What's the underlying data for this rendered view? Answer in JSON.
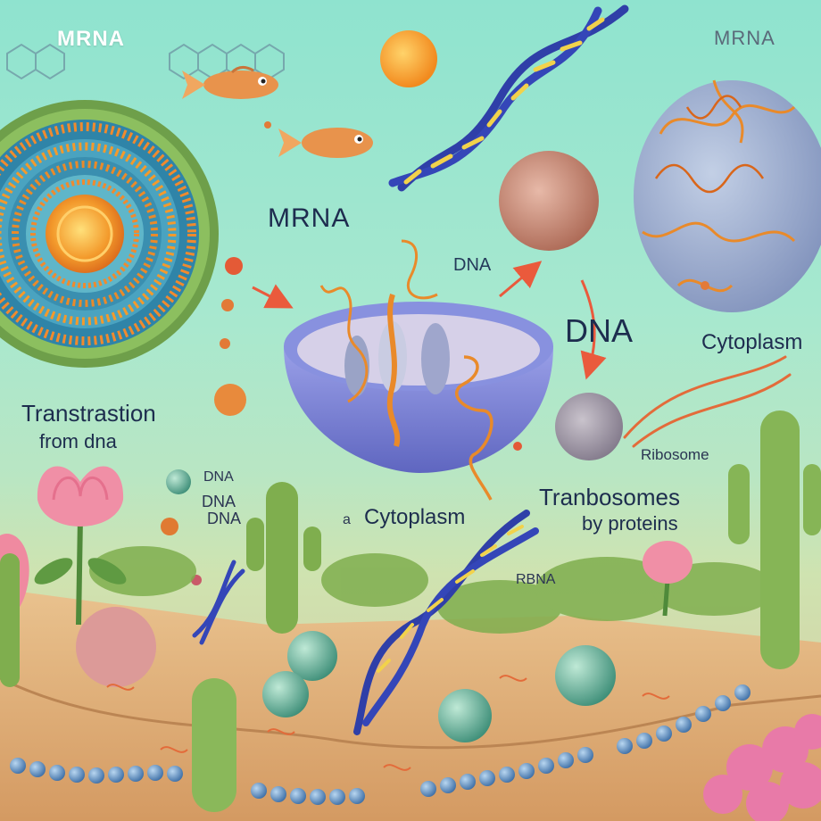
{
  "labels": {
    "mrna_top_left": "MRNA",
    "mrna_top_right": "MRNA",
    "mrna_center": "MRNA",
    "dna_small": "DNA",
    "dna_large": "DNA",
    "cytoplasm_right": "Cytoplasm",
    "transcription_line1": "Transtrastion",
    "transcription_line2": "from dna",
    "ribosome": "Ribosome",
    "tranbosomes_line1": "Tranbosomes",
    "tranbosomes_line2": "by proteins",
    "dna_left_1": "DNA",
    "dna_left_2": "DNA",
    "dna_left_3": "DNA",
    "a_prefix": "a",
    "cytoplasm_center": "Cytoplasm",
    "rbna": "RBNA"
  },
  "colors": {
    "sky": "#8fe3cf",
    "soil": "#e4b884",
    "cell_body": "#7a82d6",
    "dna_blue": "#2f3fa8",
    "dna_rung": "#f2d24b",
    "mrna_orange": "#e98a2a",
    "cactus_green": "#7fae4e",
    "flower_pink": "#f08fa6",
    "sphere_teal": "#55a890",
    "arrow_red": "#ea5a3c"
  }
}
